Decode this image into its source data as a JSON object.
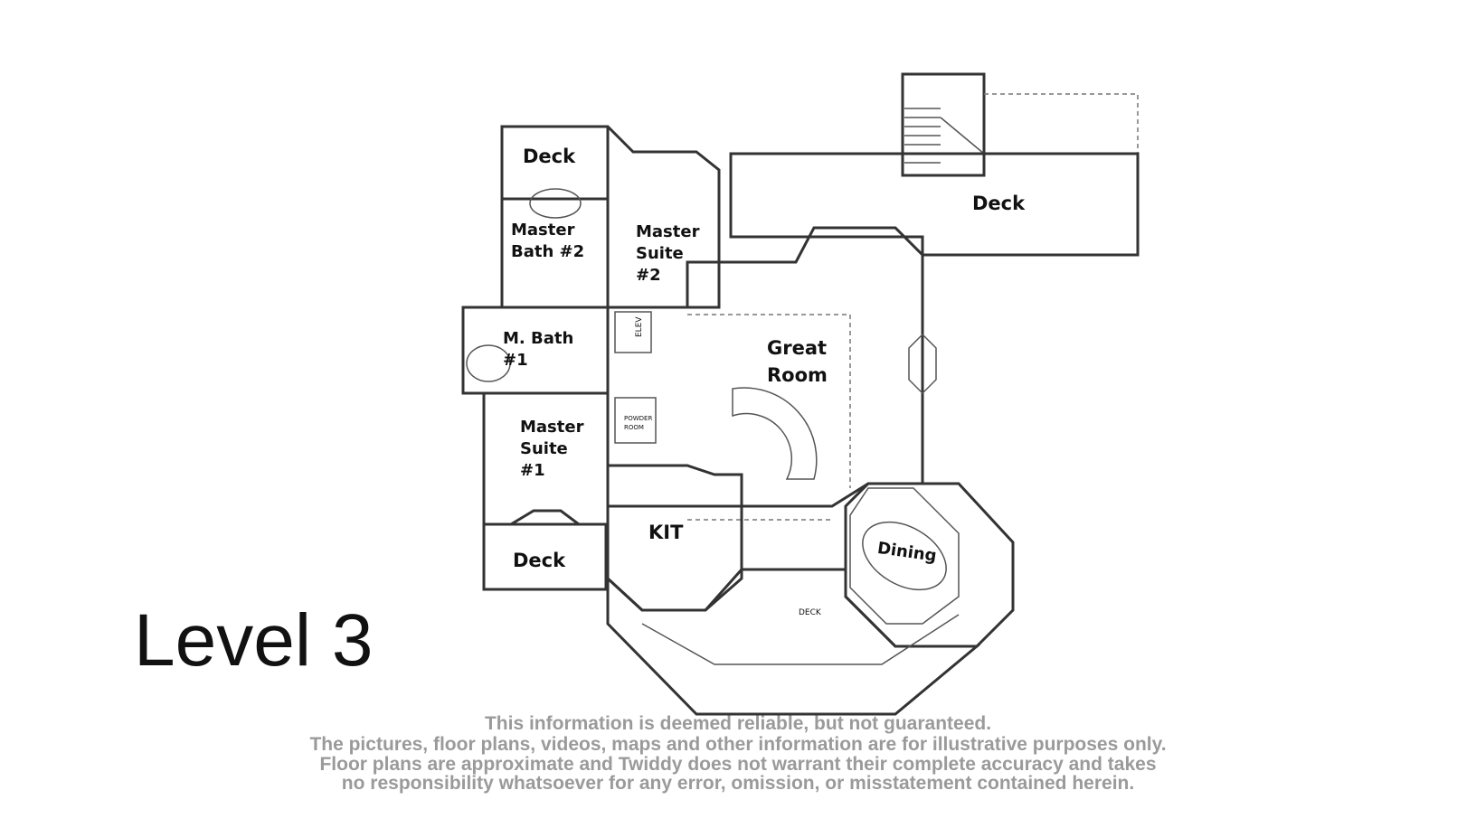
{
  "title": "Level 3",
  "rooms": {
    "deck_top_left": "Deck",
    "deck_right": "Deck",
    "master_bath_2": [
      "Master",
      "Bath #2"
    ],
    "master_suite_2": [
      "Master",
      "Suite",
      "#2"
    ],
    "m_bath_1": [
      "M. Bath",
      "#1"
    ],
    "great_room": [
      "Great",
      "Room"
    ],
    "master_suite_1": [
      "Master",
      "Suite",
      "#1"
    ],
    "elev": "ELEV",
    "powder_room": [
      "POWDER",
      "ROOM"
    ],
    "kit": "KIT",
    "dining": "Dining",
    "deck_bottom_left": "Deck",
    "deck_bottom": "DECK"
  },
  "disclaimer": [
    "This information is deemed reliable, but not guaranteed.",
    "The pictures, floor plans, videos, maps and other information are for illustrative purposes only.",
    "Floor plans are approximate and Twiddy does not warrant their complete accuracy and takes",
    "no responsibility whatsoever for any error, omission, or misstatement contained herein."
  ]
}
